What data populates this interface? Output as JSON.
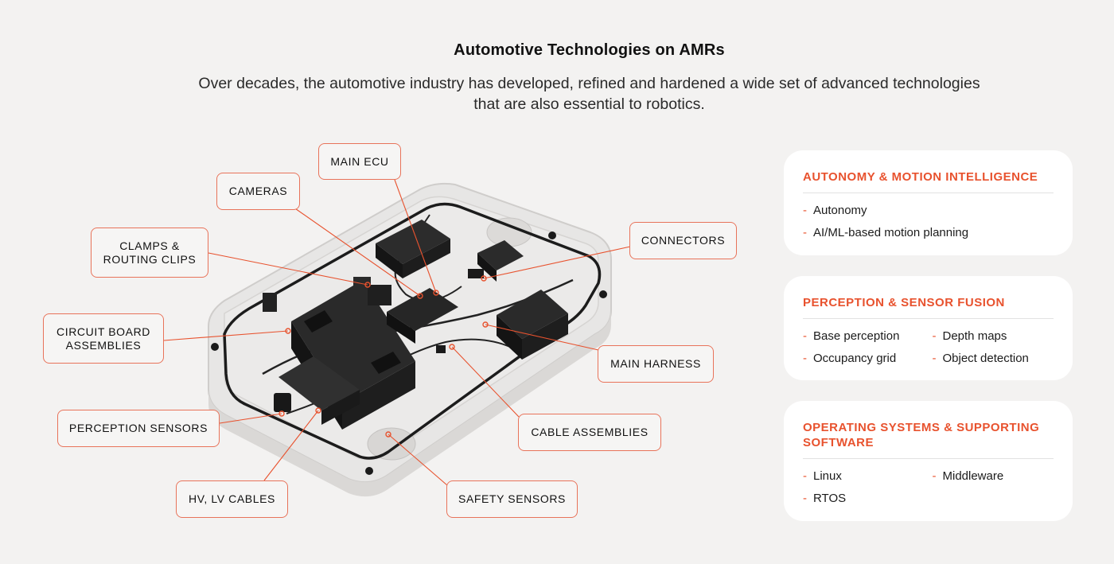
{
  "header": {
    "title": "Automotive Technologies on AMRs",
    "subtitle": "Over decades, the automotive industry has developed, refined and hardened a wide set of advanced technologies that are also essential to robotics."
  },
  "diagram": {
    "labels": [
      "MAIN ECU",
      "CAMERAS",
      "CLAMPS &\nROUTING CLIPS",
      "CONNECTORS",
      "CIRCUIT BOARD\nASSEMBLIES",
      "MAIN HARNESS",
      "PERCEPTION SENSORS",
      "CABLE ASSEMBLIES",
      "HV, LV CABLES",
      "SAFETY SENSORS"
    ]
  },
  "cards": [
    {
      "title": "AUTONOMY & MOTION INTELLIGENCE",
      "columns": 1,
      "items": [
        "Autonomy",
        "AI/ML-based motion planning"
      ]
    },
    {
      "title": "PERCEPTION & SENSOR FUSION",
      "columns": 2,
      "items": [
        "Base perception",
        "Depth maps",
        "Occupancy grid",
        "Object detection"
      ]
    },
    {
      "title": "OPERATING SYSTEMS & SUPPORTING SOFTWARE",
      "columns": 2,
      "items": [
        "Linux",
        "Middleware",
        "RTOS"
      ]
    }
  ],
  "colors": {
    "accent": "#e8522e",
    "label_border": "#e8735a",
    "background": "#f3f2f1",
    "card_background": "#ffffff"
  }
}
